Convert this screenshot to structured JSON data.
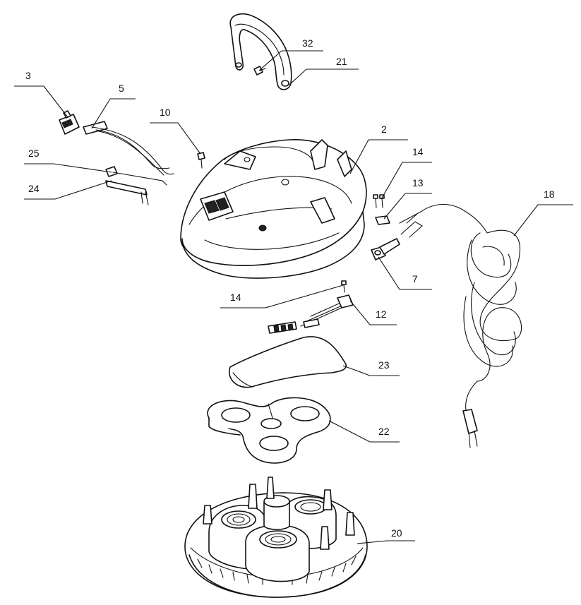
{
  "callouts": [
    {
      "id": "c32",
      "label": "32",
      "part": "handle-screw"
    },
    {
      "id": "c21",
      "label": "21",
      "part": "carry-handle"
    },
    {
      "id": "c3",
      "label": "3",
      "part": "rocker-switch"
    },
    {
      "id": "c5",
      "label": "5",
      "part": "switch-wiring"
    },
    {
      "id": "c10",
      "label": "10",
      "part": "screw"
    },
    {
      "id": "c2",
      "label": "2",
      "part": "upper-housing"
    },
    {
      "id": "c25",
      "label": "25",
      "part": "contact-strip-upper"
    },
    {
      "id": "c24",
      "label": "24",
      "part": "contact-strip-lower"
    },
    {
      "id": "c14a",
      "label": "14",
      "part": "screws-pair"
    },
    {
      "id": "c13",
      "label": "13",
      "part": "cable-clamp"
    },
    {
      "id": "c18",
      "label": "18",
      "part": "power-cord"
    },
    {
      "id": "c7",
      "label": "7",
      "part": "strain-relief"
    },
    {
      "id": "c14b",
      "label": "14",
      "part": "screw"
    },
    {
      "id": "c12",
      "label": "12",
      "part": "wiring-harness"
    },
    {
      "id": "c23",
      "label": "23",
      "part": "insulation-plate"
    },
    {
      "id": "c22",
      "label": "22",
      "part": "heating-element-cover"
    },
    {
      "id": "c20",
      "label": "20",
      "part": "base-with-heating-elements"
    }
  ]
}
